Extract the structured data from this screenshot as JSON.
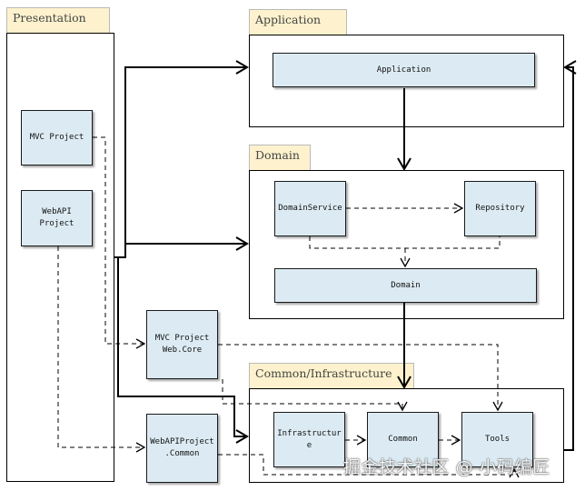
{
  "layers": {
    "presentation": "Presentation",
    "application": "Application",
    "domain": "Domain",
    "common_infrastructure": "Common/Infrastructure"
  },
  "nodes": {
    "mvc_project": "MVC Project",
    "webapi_project": "WebAPI\nProject",
    "application": "Application",
    "domain_service": "DomainService",
    "repository": "Repository",
    "domain": "Domain",
    "mvc_web_core": "MVC Project\nWeb.Core",
    "webapi_common": "WebAPIProject\n.Common",
    "infrastructure": "Infrastructur\ne",
    "common": "Common",
    "tools": "Tools"
  },
  "watermark": "掘金技术社区 @ 小码编匠"
}
